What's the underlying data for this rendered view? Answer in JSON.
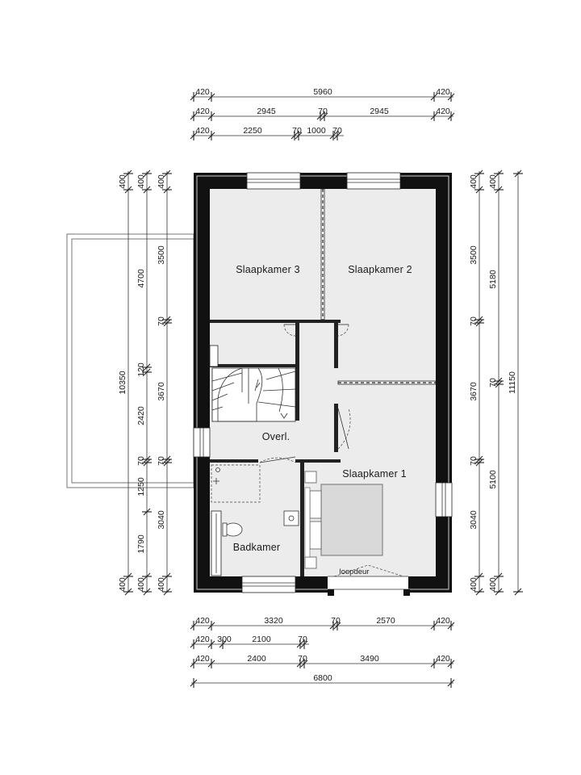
{
  "rooms": {
    "slaapkamer_3": "Slaapkamer 3",
    "slaapkamer_2": "Slaapkamer 2",
    "slaapkamer_1": "Slaapkamer 1",
    "overloop": "Overl.",
    "badkamer": "Badkamer",
    "loopdeur": "loopdeur"
  },
  "dims_top": {
    "row1": [
      "420",
      "5960",
      "420"
    ],
    "row2": [
      "420",
      "2945",
      "70",
      "2945",
      "420"
    ],
    "row3": [
      "420",
      "2250",
      "70",
      "1000",
      "70"
    ]
  },
  "dims_bottom": {
    "row1": [
      "420",
      "3320",
      "70",
      "2570",
      "420"
    ],
    "row2": [
      "420",
      "300",
      "2100",
      "70"
    ],
    "row3": [
      "420",
      "2400",
      "70",
      "3490",
      "420"
    ],
    "total": "6800"
  },
  "dims_left": {
    "outer": [
      "400",
      "10350",
      "400"
    ],
    "mid": [
      "400",
      "4700",
      "120",
      "2420",
      "70",
      "1250",
      "1790",
      "400"
    ],
    "inner": [
      "400",
      "3500",
      "70",
      "3670",
      "70",
      "3040",
      "400"
    ]
  },
  "dims_right": {
    "inner": [
      "400",
      "3500",
      "70",
      "3670",
      "70",
      "3040",
      "400"
    ],
    "mid": [
      "400",
      "5180",
      "70",
      "5100",
      "400"
    ],
    "total": "11150"
  }
}
